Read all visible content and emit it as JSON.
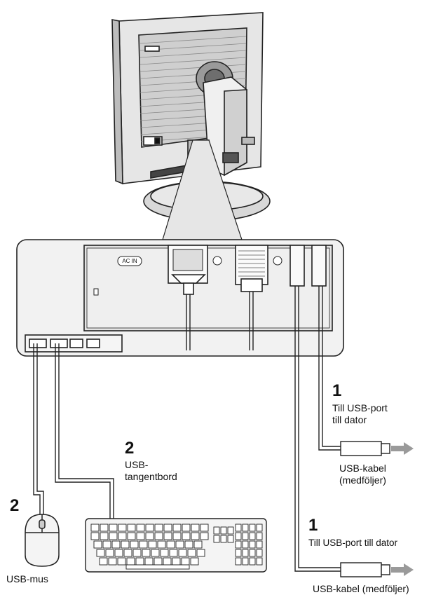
{
  "panel": {
    "ac_in_label": "AC IN"
  },
  "callouts": {
    "usb_port_top": {
      "number": "1",
      "line1": "Till USB-port",
      "line2": "till dator"
    },
    "usb_cable_top": {
      "line1": "USB-kabel",
      "line2": "(medföljer)"
    },
    "usb_port_bottom": {
      "number": "1",
      "text": "Till USB-port till dator"
    },
    "usb_cable_bottom": {
      "text": "USB-kabel (medföljer)"
    },
    "keyboard": {
      "number": "2",
      "line1": "USB-",
      "line2": "tangentbord"
    },
    "mouse": {
      "number": "2",
      "text": "USB-mus"
    }
  },
  "colors": {
    "line": "#222222",
    "panel_fill": "#f2f2f2",
    "monitor_fill": "#dcdcdc",
    "arrow_fill": "#9a9a9a"
  }
}
